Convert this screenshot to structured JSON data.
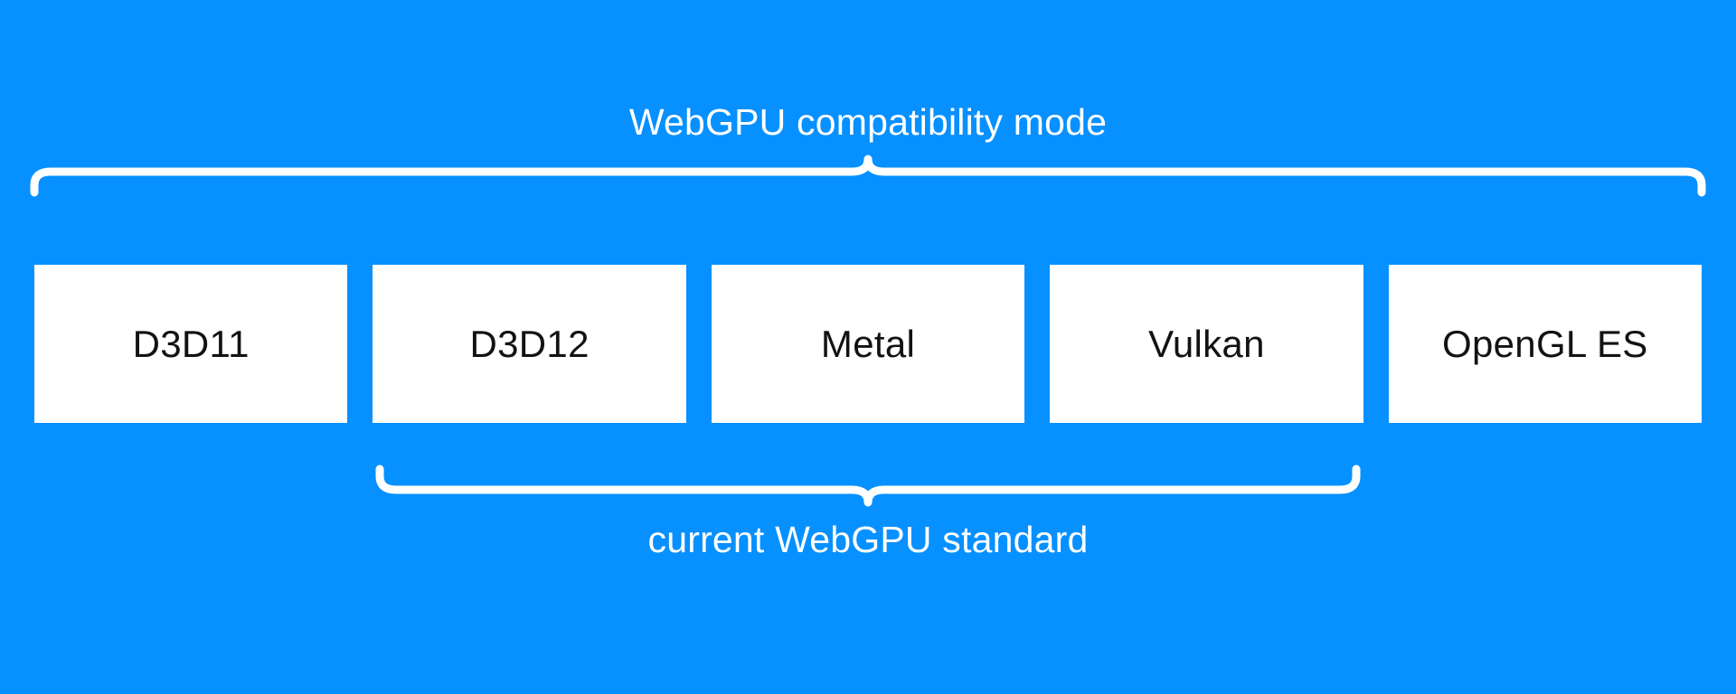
{
  "diagram": {
    "title": "WebGPU compatibility mode vs current WebGPU standard",
    "background_color": "#0790ff",
    "box_fill_color": "#ffffff",
    "box_text_color": "#121212",
    "brace_color": "#ffffff",
    "top_brace": {
      "label": "WebGPU compatibility mode",
      "covers": [
        "D3D11",
        "D3D12",
        "Metal",
        "Vulkan",
        "OpenGL ES"
      ]
    },
    "bottom_brace": {
      "label": "current WebGPU standard",
      "covers": [
        "D3D12",
        "Metal",
        "Vulkan"
      ]
    },
    "boxes": [
      {
        "label": "D3D11"
      },
      {
        "label": "D3D12"
      },
      {
        "label": "Metal"
      },
      {
        "label": "Vulkan"
      },
      {
        "label": "OpenGL ES"
      }
    ]
  }
}
